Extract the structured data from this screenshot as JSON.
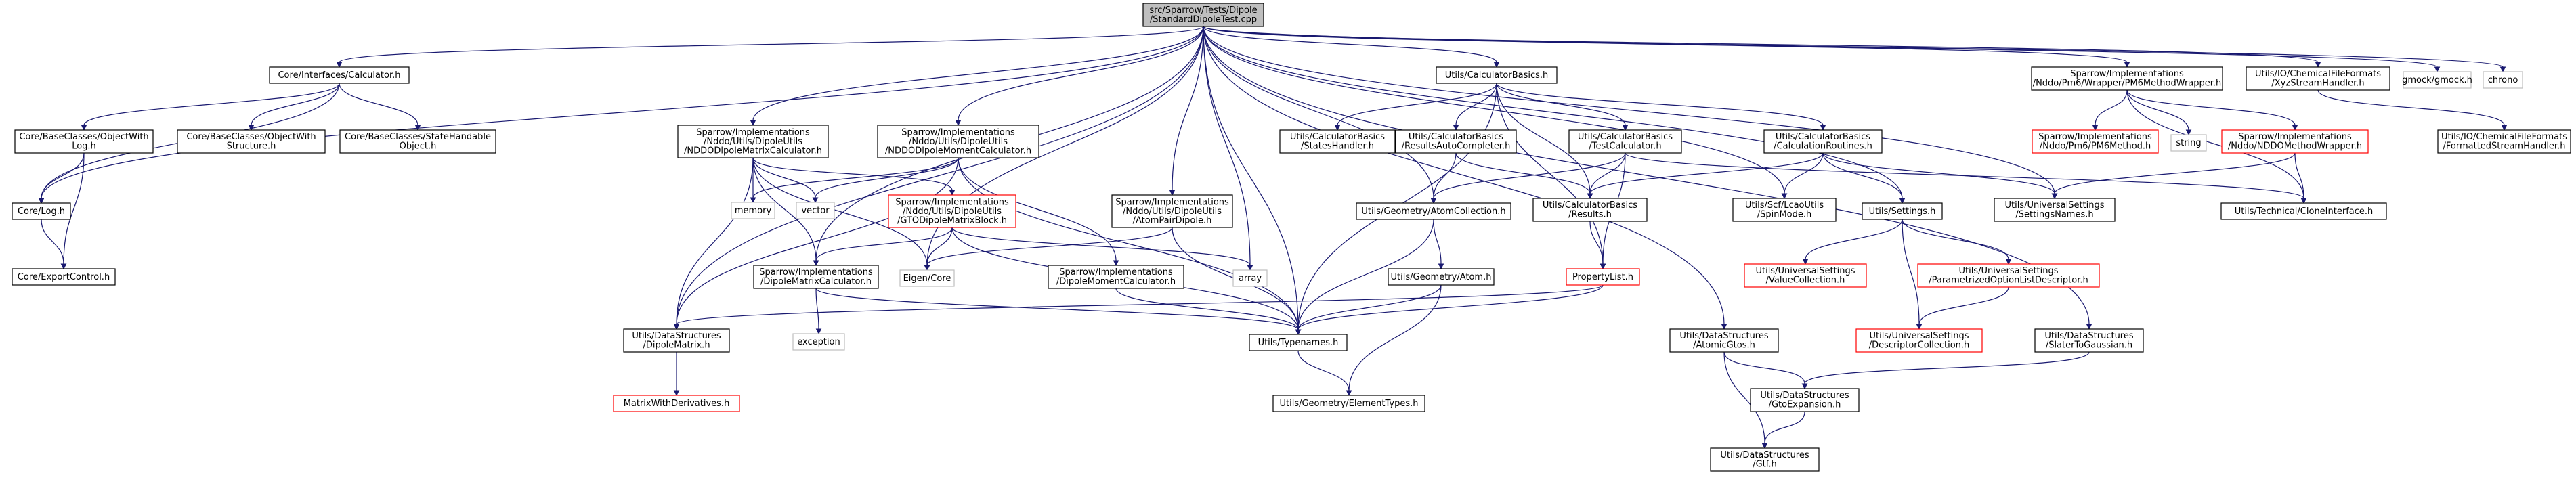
{
  "diagram": {
    "title": "src/Sparrow/Tests/Dipole/StandardDipoleTest.cpp",
    "colors": {
      "root_fill": "#bfbfbf",
      "node_fill": "#ffffff",
      "node_border": "#000000",
      "truncated_border": "#ff0000",
      "system_border": "#bfbfbf",
      "edge": "#191970"
    },
    "nodes": [
      {
        "id": "root",
        "lines": [
          "src/Sparrow/Tests/Dipole",
          "/StandardDipoleTest.cpp"
        ],
        "style": "root"
      },
      {
        "id": "calc",
        "lines": [
          "Core/Interfaces/Calculator.h"
        ],
        "style": "normal"
      },
      {
        "id": "owlog",
        "lines": [
          "Core/BaseClasses/ObjectWith",
          "Log.h"
        ],
        "style": "normal"
      },
      {
        "id": "owstruct",
        "lines": [
          "Core/BaseClasses/ObjectWith",
          "Structure.h"
        ],
        "style": "normal"
      },
      {
        "id": "statehand",
        "lines": [
          "Core/BaseClasses/StateHandable",
          "Object.h"
        ],
        "style": "normal"
      },
      {
        "id": "corelog",
        "lines": [
          "Core/Log.h"
        ],
        "style": "normal"
      },
      {
        "id": "exportctl",
        "lines": [
          "Core/ExportControl.h"
        ],
        "style": "normal"
      },
      {
        "id": "nddo_ndcalc",
        "lines": [
          "Sparrow/Implementations",
          "/Nddo/Utils/DipoleUtils",
          "/NDDODipoleMatrixCalculator.h"
        ],
        "style": "normal"
      },
      {
        "id": "nddo_nmcalc",
        "lines": [
          "Sparrow/Implementations",
          "/Nddo/Utils/DipoleUtils",
          "/NDDODipoleMomentCalculator.h"
        ],
        "style": "normal"
      },
      {
        "id": "memory",
        "lines": [
          "memory"
        ],
        "style": "system"
      },
      {
        "id": "vector",
        "lines": [
          "vector"
        ],
        "style": "system"
      },
      {
        "id": "gto_block",
        "lines": [
          "Sparrow/Implementations",
          "/Nddo/Utils/DipoleUtils",
          "/GTODipoleMatrixBlock.h"
        ],
        "style": "truncated"
      },
      {
        "id": "dipmatcalc",
        "lines": [
          "Sparrow/Implementations",
          "/DipoleMatrixCalculator.h"
        ],
        "style": "normal"
      },
      {
        "id": "eigen",
        "lines": [
          "Eigen/Core"
        ],
        "style": "system"
      },
      {
        "id": "exception",
        "lines": [
          "exception"
        ],
        "style": "system"
      },
      {
        "id": "dipmatrix",
        "lines": [
          "Utils/DataStructures",
          "/DipoleMatrix.h"
        ],
        "style": "normal"
      },
      {
        "id": "matderiv",
        "lines": [
          "MatrixWithDerivatives.h"
        ],
        "style": "truncated"
      },
      {
        "id": "atompair",
        "lines": [
          "Sparrow/Implementations",
          "/Nddo/Utils/DipoleUtils",
          "/AtomPairDipole.h"
        ],
        "style": "normal"
      },
      {
        "id": "dipmomcalc",
        "lines": [
          "Sparrow/Implementations",
          "/DipoleMomentCalculator.h"
        ],
        "style": "normal"
      },
      {
        "id": "array",
        "lines": [
          "array"
        ],
        "style": "system"
      },
      {
        "id": "typenames",
        "lines": [
          "Utils/Typenames.h"
        ],
        "style": "normal"
      },
      {
        "id": "elemtypes",
        "lines": [
          "Utils/Geometry/ElementTypes.h"
        ],
        "style": "normal"
      },
      {
        "id": "calcbasics",
        "lines": [
          "Utils/CalculatorBasics.h"
        ],
        "style": "normal"
      },
      {
        "id": "stateshandler",
        "lines": [
          "Utils/CalculatorBasics",
          "/StatesHandler.h"
        ],
        "style": "normal"
      },
      {
        "id": "resautocomp",
        "lines": [
          "Utils/CalculatorBasics",
          "/ResultsAutoCompleter.h"
        ],
        "style": "normal"
      },
      {
        "id": "testcalc",
        "lines": [
          "Utils/CalculatorBasics",
          "/TestCalculator.h"
        ],
        "style": "normal"
      },
      {
        "id": "calcroutines",
        "lines": [
          "Utils/CalculatorBasics",
          "/CalculationRoutines.h"
        ],
        "style": "normal"
      },
      {
        "id": "atomcoll",
        "lines": [
          "Utils/Geometry/AtomCollection.h"
        ],
        "style": "normal"
      },
      {
        "id": "atomh",
        "lines": [
          "Utils/Geometry/Atom.h"
        ],
        "style": "normal"
      },
      {
        "id": "results",
        "lines": [
          "Utils/CalculatorBasics",
          "/Results.h"
        ],
        "style": "normal"
      },
      {
        "id": "proplist",
        "lines": [
          "PropertyList.h"
        ],
        "style": "truncated"
      },
      {
        "id": "spinmode",
        "lines": [
          "Utils/Scf/LcaoUtils",
          "/SpinMode.h"
        ],
        "style": "normal"
      },
      {
        "id": "settings",
        "lines": [
          "Utils/Settings.h"
        ],
        "style": "normal"
      },
      {
        "id": "valuecoll",
        "lines": [
          "Utils/UniversalSettings",
          "/ValueCollection.h"
        ],
        "style": "truncated"
      },
      {
        "id": "paramopt",
        "lines": [
          "Utils/UniversalSettings",
          "/ParametrizedOptionListDescriptor.h"
        ],
        "style": "truncated"
      },
      {
        "id": "desccoll",
        "lines": [
          "Utils/UniversalSettings",
          "/DescriptorCollection.h"
        ],
        "style": "truncated"
      },
      {
        "id": "atomicgtos",
        "lines": [
          "Utils/DataStructures",
          "/AtomicGtos.h"
        ],
        "style": "normal"
      },
      {
        "id": "gtoexp",
        "lines": [
          "Utils/DataStructures",
          "/GtoExpansion.h"
        ],
        "style": "normal"
      },
      {
        "id": "gtf",
        "lines": [
          "Utils/DataStructures",
          "/Gtf.h"
        ],
        "style": "normal"
      },
      {
        "id": "slater",
        "lines": [
          "Utils/DataStructures",
          "/SlaterToGaussian.h"
        ],
        "style": "normal"
      },
      {
        "id": "pm6wrap",
        "lines": [
          "Sparrow/Implementations",
          "/Nddo/Pm6/Wrapper/PM6MethodWrapper.h"
        ],
        "style": "normal"
      },
      {
        "id": "pm6method",
        "lines": [
          "Sparrow/Implementations",
          "/Nddo/Pm6/PM6Method.h"
        ],
        "style": "truncated"
      },
      {
        "id": "string",
        "lines": [
          "string"
        ],
        "style": "system"
      },
      {
        "id": "nddowrap",
        "lines": [
          "Sparrow/Implementations",
          "/Nddo/NDDOMethodWrapper.h"
        ],
        "style": "truncated"
      },
      {
        "id": "settingnames",
        "lines": [
          "Utils/UniversalSettings",
          "/SettingsNames.h"
        ],
        "style": "normal"
      },
      {
        "id": "cloneif",
        "lines": [
          "Utils/Technical/CloneInterface.h"
        ],
        "style": "normal"
      },
      {
        "id": "xyzstream",
        "lines": [
          "Utils/IO/ChemicalFileFormats",
          "/XyzStreamHandler.h"
        ],
        "style": "normal"
      },
      {
        "id": "formatted",
        "lines": [
          "Utils/IO/ChemicalFileFormats",
          "/FormattedStreamHandler.h"
        ],
        "style": "normal"
      },
      {
        "id": "gmock",
        "lines": [
          "gmock/gmock.h"
        ],
        "style": "system"
      },
      {
        "id": "chrono",
        "lines": [
          "chrono"
        ],
        "style": "system"
      }
    ]
  }
}
